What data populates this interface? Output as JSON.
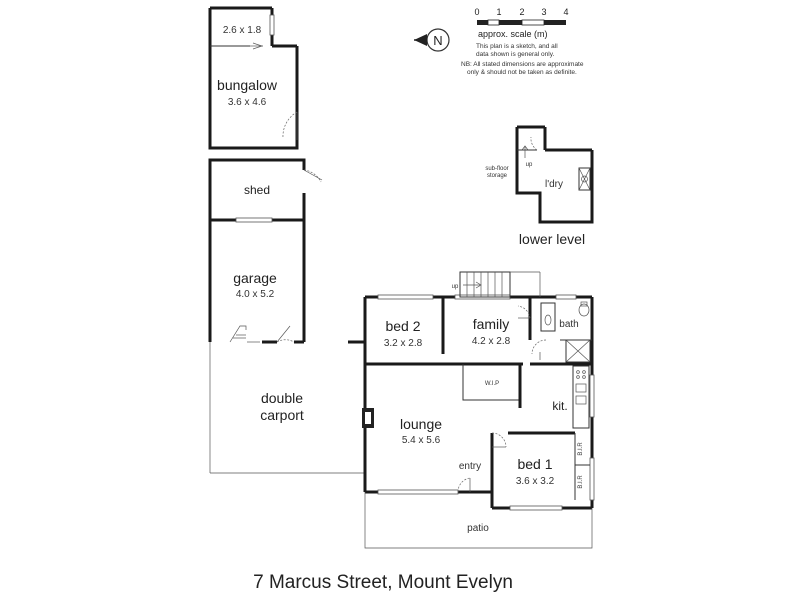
{
  "title": "7 Marcus Street, Mount Evelyn",
  "scale": {
    "ticks": [
      "0",
      "1",
      "2",
      "3",
      "4"
    ],
    "label": "approx. scale (m)",
    "note_lines": [
      "This plan is a sketch, and all",
      "data shown is general only.",
      "NB: All stated dimensions are approximate",
      "only & should not be taken as definite."
    ]
  },
  "compass": {
    "letter": "N",
    "icon": "north-arrow-icon"
  },
  "rooms": {
    "bungalow_sub": {
      "dims": "2.6 x 1.8"
    },
    "bungalow": {
      "name": "bungalow",
      "dims": "3.6 x 4.6"
    },
    "shed": {
      "name": "shed"
    },
    "garage": {
      "name": "garage",
      "dims": "4.0 x 5.2"
    },
    "double_carport": {
      "line1": "double",
      "line2": "carport"
    },
    "bed2": {
      "name": "bed 2",
      "dims": "3.2 x 2.8"
    },
    "family": {
      "name": "family",
      "dims": "4.2 x 2.8"
    },
    "bath": {
      "name": "bath"
    },
    "wip": {
      "name": "W.I.P"
    },
    "kit": {
      "name": "kit."
    },
    "lounge": {
      "name": "lounge",
      "dims": "5.4 x 5.6"
    },
    "bed1": {
      "name": "bed 1",
      "dims": "3.6 x 3.2"
    },
    "entry": {
      "name": "entry"
    },
    "patio": {
      "name": "patio"
    },
    "bir_top": {
      "name": "B.I.R"
    },
    "bir_bottom": {
      "name": "B.I.R"
    },
    "stair_up": {
      "name": "up"
    },
    "lower_up": {
      "name": "up"
    },
    "subfloor": {
      "line1": "sub-floor",
      "line2": "storage"
    },
    "laundry": {
      "name": "l'dry"
    },
    "lower_level": {
      "name": "lower level"
    }
  }
}
